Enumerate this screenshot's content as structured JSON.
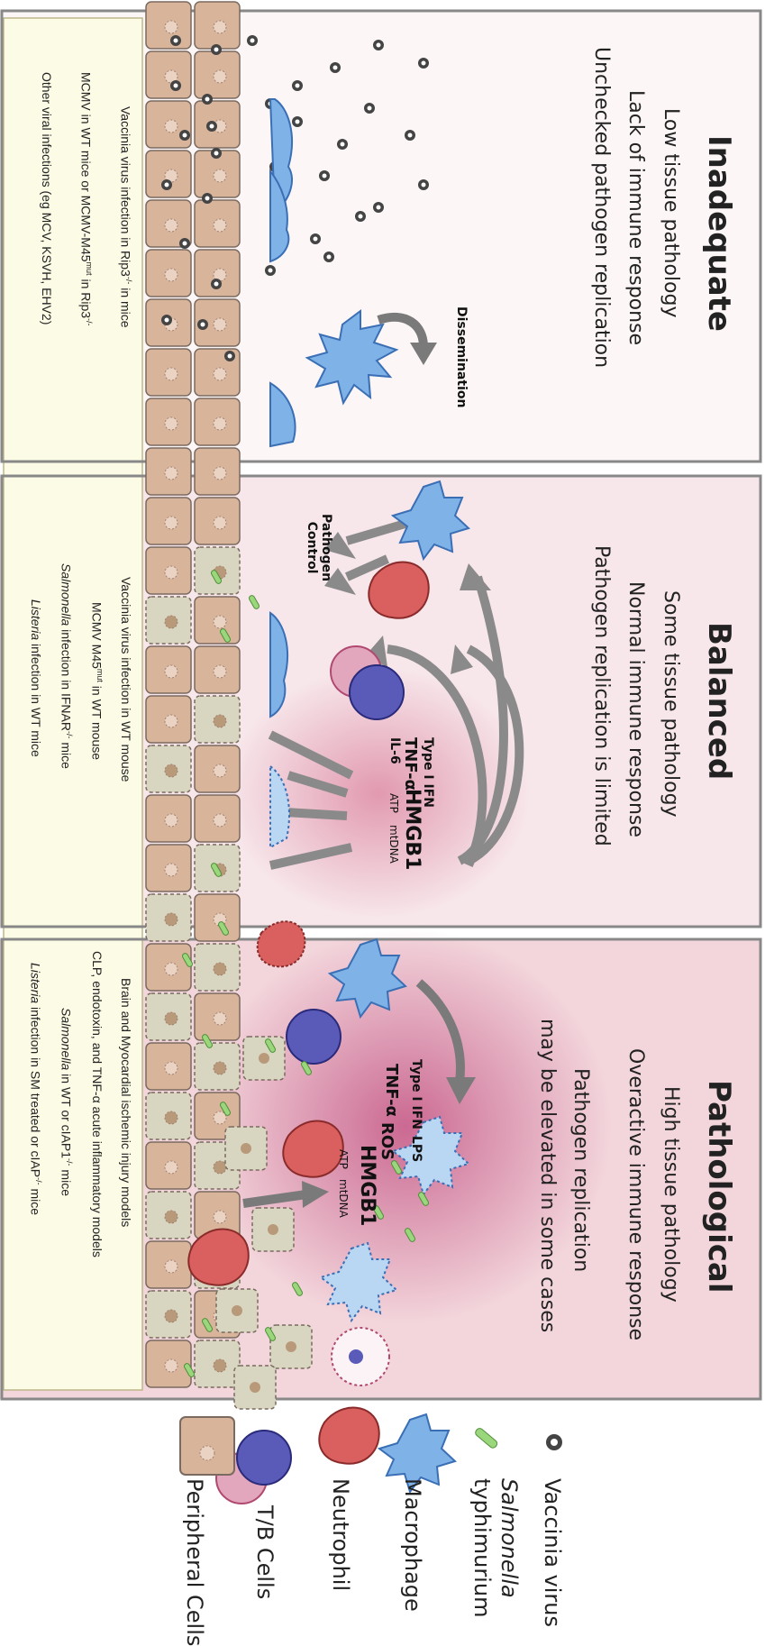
{
  "panels": [
    {
      "title": "Inadequate",
      "lines": [
        "Low tissue pathology",
        "Lack of immune response",
        "Unchecked pathogen replication"
      ],
      "examples": [
        {
          "pre": "Vaccinia virus infection in Rip3",
          "sup": "-/-",
          "post": " in mice"
        },
        {
          "pre": "MCMV in WT mice or MCMV-M45",
          "sup": "mut",
          "post": " in Rip3",
          "sup2": "-/-"
        },
        {
          "pre": "Other viral infections (eg MCV, KSVH, EHV2)"
        }
      ],
      "labels": {
        "dissemination": "Dissemination"
      }
    },
    {
      "title": "Balanced",
      "lines": [
        "Some tissue pathology",
        "Normal immune response",
        "Pathogen replication is limited"
      ],
      "examples": [
        {
          "pre": "Vaccinia virus infection in WT mouse"
        },
        {
          "pre": "MCMV M45",
          "sup": "mut",
          "post": " in WT mouse"
        },
        {
          "ital": "Salmonella",
          "post": " infection in IFNAR",
          "sup": "-/-",
          "post2": " mice"
        },
        {
          "ital": "Listeria",
          "post": " infection in WT mice"
        }
      ],
      "labels": {
        "pathogen_control": [
          "Pathogen",
          "Control"
        ],
        "type1ifn": "Type I IFN",
        "tnf": "TNF-α",
        "il6": "IL-6",
        "hmgb1": "HMGB1",
        "atp": "ATP",
        "mtdna": "mtDNA"
      }
    },
    {
      "title": "Pathological",
      "lines": [
        "High tissue pathology",
        "Overactive immune response",
        "Pathogen replication",
        "may be elevated in some cases"
      ],
      "examples": [
        {
          "pre": "Brain and Myocardial ischemic injury models"
        },
        {
          "pre": "CLP, endotoxin, and TNF-α acute inflammatory models"
        },
        {
          "ital": "Salmonella",
          "post": " in WT or cIAP1",
          "sup": "-/-",
          "post2": " mice"
        },
        {
          "ital": "Listeria",
          "post": " infection in SM treated or cIAP",
          "sup": "-/-",
          "post2": " mice"
        }
      ],
      "labels": {
        "type1ifn": "Type I IFN",
        "tnf": "TNF-α",
        "ros": "ROS",
        "hmgb1": "HMGB1",
        "lps": "LPS",
        "atp": "ATP",
        "mtdna": "mtDNA"
      }
    }
  ],
  "legend": [
    {
      "label": "Vaccinia virus",
      "icon": "virus-icon"
    },
    {
      "label_ital": "Salmonella",
      "label2": "typhimurium",
      "icon": "salmonella-icon"
    },
    {
      "label": "Macrophage",
      "icon": "macrophage-icon"
    },
    {
      "label": "Neutrophil",
      "icon": "neutrophil-icon"
    },
    {
      "label": "T/B Cells",
      "icon": "tb-cells-icon"
    },
    {
      "label": "Peripheral Cells",
      "icon": "peripheral-cell-icon"
    }
  ],
  "colors": {
    "cell": "#d8b49a",
    "cell_stroke": "#7a6a60",
    "dead_cell": "#d8d6c0",
    "macrophage": "#7fb2e6",
    "macrophage_stroke": "#3a6fb5",
    "neutrophil": "#d9605f",
    "tcell": "#5a5ab8",
    "bcell": "#e2a6bd",
    "salmonella": "#9ad67c",
    "notes_bg": "#fcfbe6",
    "arrow": "#8a8a8a",
    "panel1_bg": "#fcf6f7",
    "panel2_bg": "#f7e6ea",
    "panel3_bg": "#f2d3da"
  }
}
